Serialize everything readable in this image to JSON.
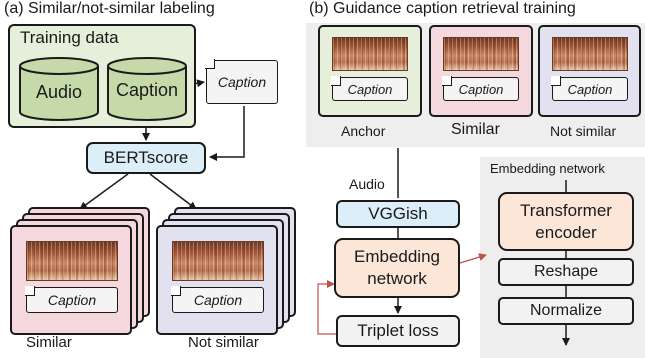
{
  "panel_a": {
    "heading": "(a) Similar/not-similar labeling",
    "training_data_label": "Training data",
    "audio_label": "Audio",
    "caption_cylinder_label": "Caption",
    "caption_doc_label": "Caption",
    "bertscore_label": "BERTscore",
    "stack_caption_label": "Caption",
    "similar_label": "Similar",
    "not_similar_label": "Not similar"
  },
  "panel_b": {
    "heading": "(b) Guidance caption retrieval training",
    "card_caption_label": "Caption",
    "anchor_label": "Anchor",
    "similar_label": "Similar",
    "not_similar_label": "Not similar",
    "audio_label": "Audio",
    "vggish_label": "VGGish",
    "embedding_network_label": "Embedding network",
    "triplet_loss_label": "Triplet loss",
    "embedding_network_title": "Embedding network",
    "transformer_label": "Transformer encoder",
    "reshape_label": "Reshape",
    "normalize_label": "Normalize"
  },
  "colors": {
    "green_fill": "#e6efd9",
    "cylinder_fill": "#c6d9a8",
    "blue_fill": "#dceef7",
    "orange_fill": "#fbe6d7",
    "pink_fill": "#f5d8dd",
    "lavender_fill": "#e2e1ef",
    "gray_panel": "#eeeeee",
    "red_arrow": "#c0504d"
  }
}
